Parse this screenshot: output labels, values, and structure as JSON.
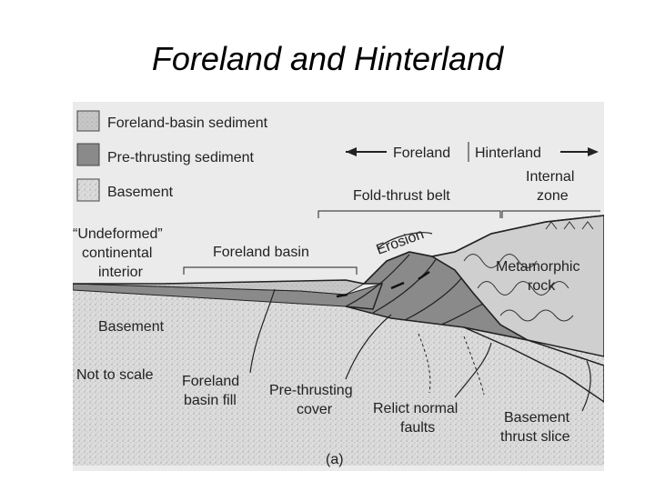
{
  "slide": {
    "title": "Foreland and Hinterland"
  },
  "legend": {
    "items": [
      {
        "label": "Foreland-basin sediment",
        "swatch": "#c4c4c4"
      },
      {
        "label": "Pre-thrusting sediment",
        "swatch": "#8a8a8a"
      },
      {
        "label": "Basement",
        "swatch": "#dcdcdc"
      }
    ]
  },
  "diagram": {
    "foreland_label": "Foreland",
    "hinterland_label": "Hinterland",
    "fold_thrust_belt": "Fold-thrust belt",
    "internal_zone": [
      "Internal",
      "zone"
    ],
    "undeformed": [
      "“Undeformed”",
      "continental",
      "interior"
    ],
    "foreland_basin": "Foreland basin",
    "erosion": "Erosion",
    "metamorphic_rock": [
      "Metamorphic",
      "rock"
    ],
    "basement": "Basement",
    "not_to_scale": "Not to scale",
    "foreland_basin_fill": [
      "Foreland",
      "basin fill"
    ],
    "pre_thrusting_cover": [
      "Pre-thrusting",
      "cover"
    ],
    "relict_normal_faults": [
      "Relict normal",
      "faults"
    ],
    "basement_thrust_slice": [
      "Basement",
      "thrust slice"
    ],
    "panel_label": "(a)"
  }
}
